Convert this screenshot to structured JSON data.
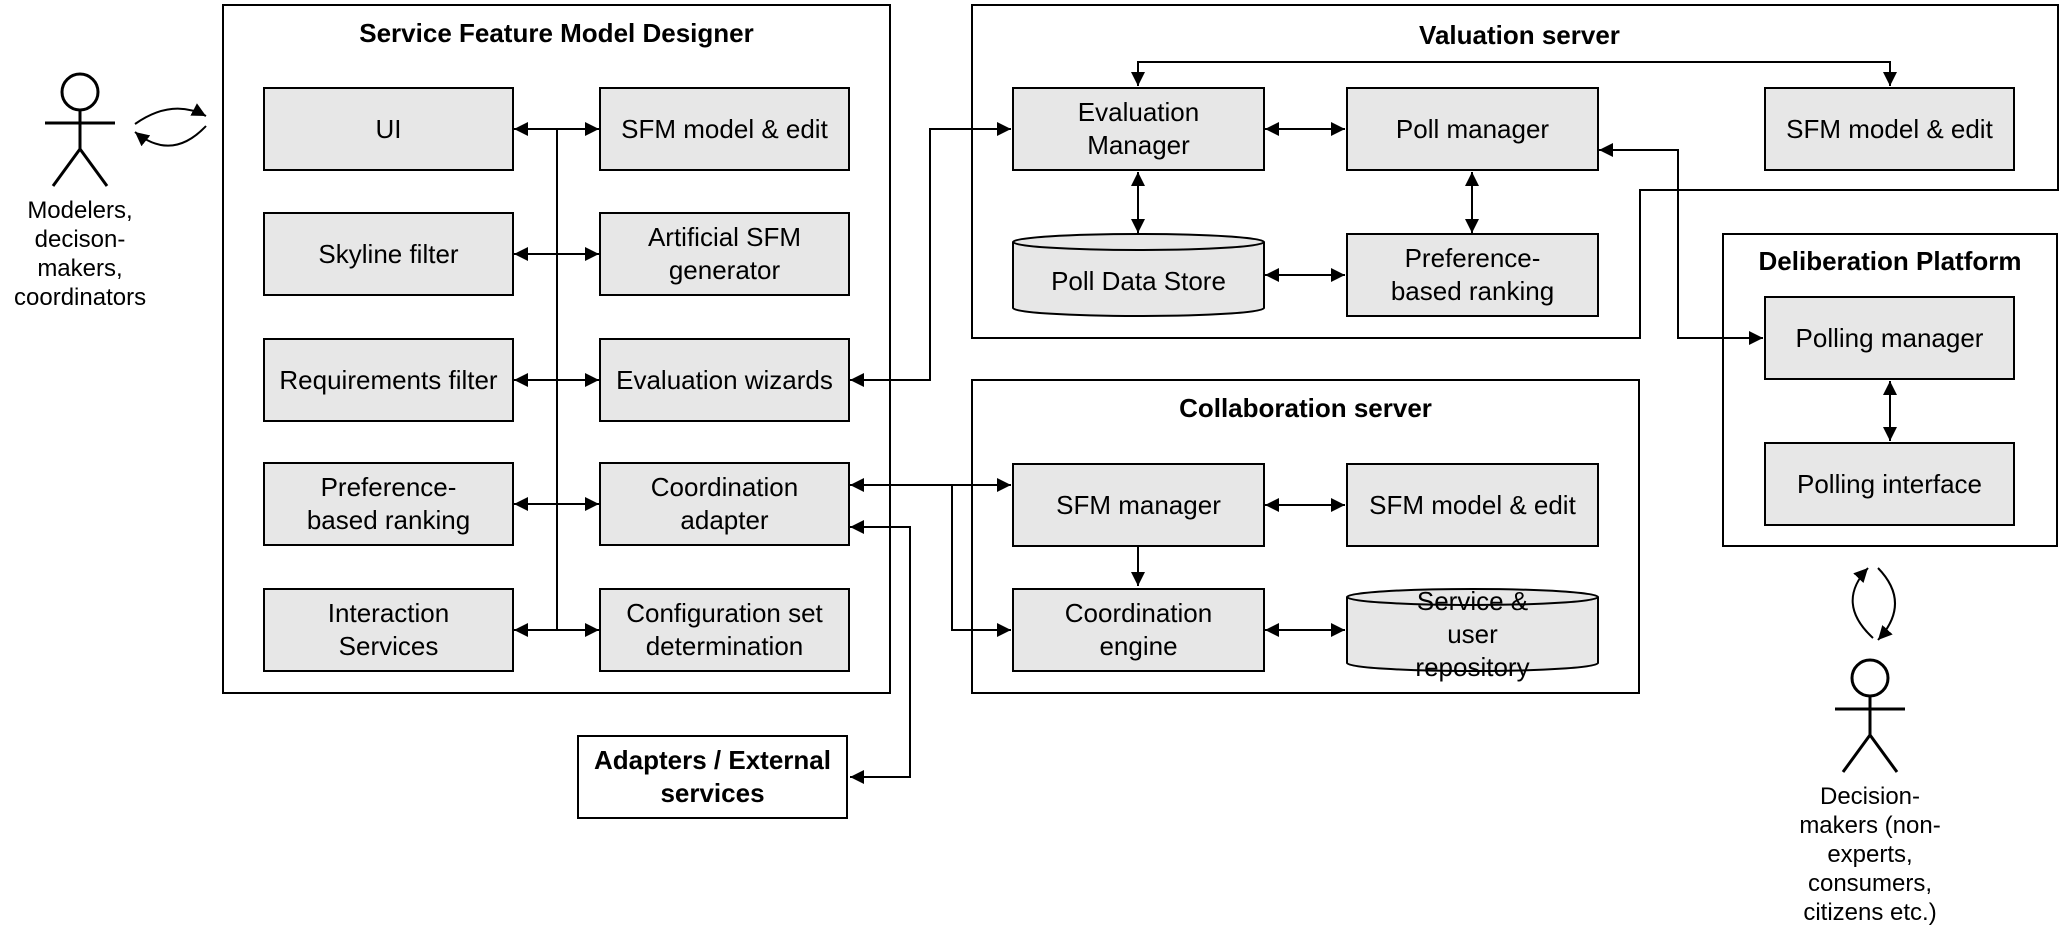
{
  "designer": {
    "title": "Service Feature Model Designer",
    "ui": "UI",
    "sfm_model_edit": "SFM model & edit",
    "skyline_filter": "Skyline filter",
    "artificial_generator": "Artificial SFM generator",
    "requirements_filter": "Requirements filter",
    "evaluation_wizards": "Evaluation wizards",
    "preference_ranking": "Preference-based ranking",
    "coordination_adapter": "Coordination adapter",
    "interaction_services": "Interaction Services",
    "configuration_set": "Configuration set determination"
  },
  "adapters": {
    "label": "Adapters / External services"
  },
  "valuation": {
    "title": "Valuation server",
    "evaluation_manager": "Evaluation Manager",
    "poll_manager": "Poll manager",
    "sfm_model_edit": "SFM model & edit",
    "poll_data_store": "Poll Data Store",
    "preference_ranking": "Preference-based ranking"
  },
  "collaboration": {
    "title": "Collaboration server",
    "sfm_manager": "SFM manager",
    "sfm_model_edit": "SFM model & edit",
    "coordination_engine": "Coordination engine",
    "service_repository": "Service & user repository"
  },
  "deliberation": {
    "title": "Deliberation Platform",
    "polling_manager": "Polling manager",
    "polling_interface": "Polling interface"
  },
  "actors": {
    "modelers": "Modelers, decison- makers, coordinators",
    "decision_makers": "Decision-makers (non-experts, consumers, citizens etc.)"
  },
  "colors": {
    "box_fill": "#e7e7e7",
    "stroke": "#000000"
  }
}
